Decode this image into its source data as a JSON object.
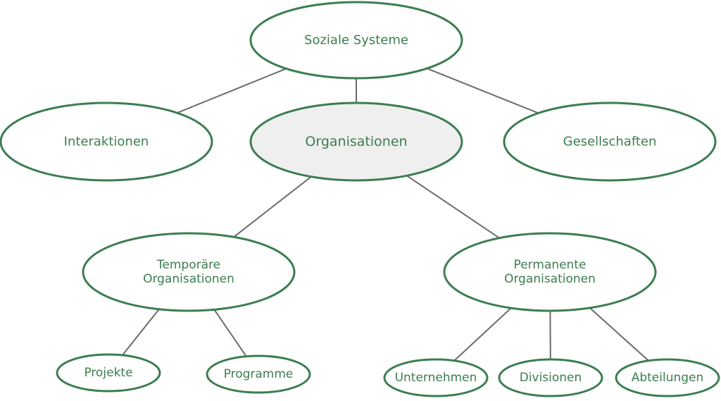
{
  "colors": {
    "node_stroke": "#3c7d50",
    "node_text": "#3c7d50",
    "node_fill": "#ffffff",
    "highlight_fill": "#efefef",
    "edge": "#6b6b6b"
  },
  "nodes": {
    "soziale_systeme": {
      "lines": [
        "Soziale Systeme"
      ]
    },
    "interaktionen": {
      "lines": [
        "Interaktionen"
      ]
    },
    "organisationen": {
      "lines": [
        "Organisationen"
      ]
    },
    "gesellschaften": {
      "lines": [
        "Gesellschaften"
      ]
    },
    "temporaere_organisationen": {
      "lines": [
        "Temporäre",
        "Organisationen"
      ]
    },
    "permanente_organisationen": {
      "lines": [
        "Permanente",
        "Organisationen"
      ]
    },
    "projekte": {
      "lines": [
        "Projekte"
      ]
    },
    "programme": {
      "lines": [
        "Programme"
      ]
    },
    "unternehmen": {
      "lines": [
        "Unternehmen"
      ]
    },
    "divisionen": {
      "lines": [
        "Divisionen"
      ]
    },
    "abteilungen": {
      "lines": [
        "Abteilungen"
      ]
    }
  },
  "edges": [
    [
      "soziale_systeme",
      "interaktionen"
    ],
    [
      "soziale_systeme",
      "organisationen"
    ],
    [
      "soziale_systeme",
      "gesellschaften"
    ],
    [
      "organisationen",
      "temporaere_organisationen"
    ],
    [
      "organisationen",
      "permanente_organisationen"
    ],
    [
      "temporaere_organisationen",
      "projekte"
    ],
    [
      "temporaere_organisationen",
      "programme"
    ],
    [
      "permanente_organisationen",
      "unternehmen"
    ],
    [
      "permanente_organisationen",
      "divisionen"
    ],
    [
      "permanente_organisationen",
      "abteilungen"
    ]
  ]
}
